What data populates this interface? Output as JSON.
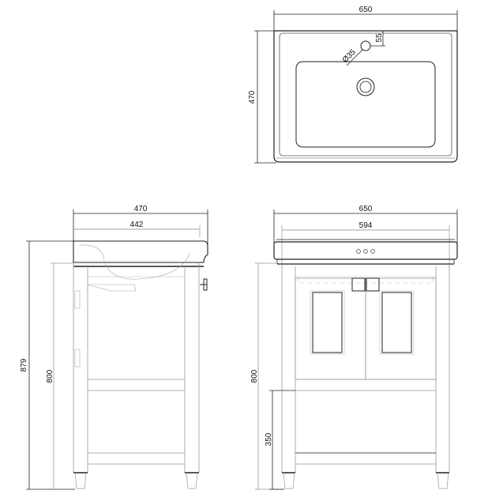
{
  "drawing": {
    "line_color": "#222222",
    "light_line_color": "#9a9a9a",
    "background": "#ffffff"
  },
  "top_view": {
    "width_label": "650",
    "depth_label": "470",
    "tap_hole_offset_label": "55",
    "tap_hole_diameter_label": "Ø35"
  },
  "side_view": {
    "depth_outer_label": "470",
    "depth_inner_label": "442",
    "total_height_label": "879",
    "cabinet_height_label": "800"
  },
  "front_view": {
    "width_outer_label": "650",
    "width_inner_label": "594",
    "cabinet_height_label": "800",
    "shelf_height_label": "350"
  }
}
